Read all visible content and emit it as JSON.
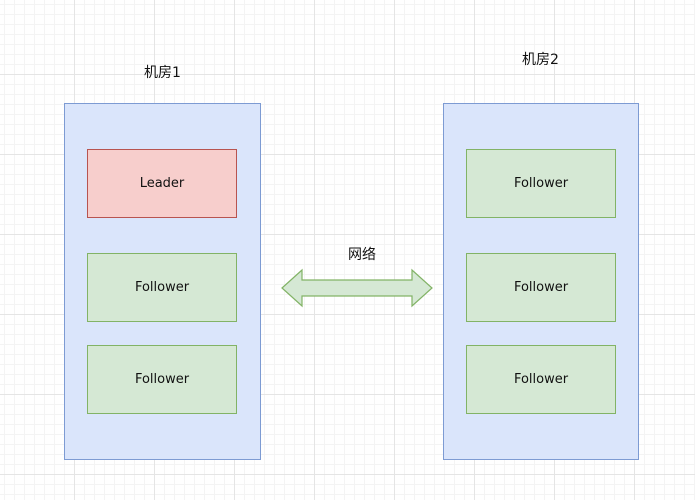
{
  "colors": {
    "room_fill": "#dae5fb",
    "room_stroke": "#7d9bd3",
    "leader_fill": "#f7cecc",
    "leader_stroke": "#b85450",
    "follower_fill": "#d5e8d4",
    "follower_stroke": "#82b366",
    "arrow_fill": "#d5e8d4",
    "arrow_stroke": "#82b366"
  },
  "rooms": [
    {
      "label": "机房1",
      "nodes": [
        {
          "label": "Leader",
          "role": "leader"
        },
        {
          "label": "Follower",
          "role": "follower"
        },
        {
          "label": "Follower",
          "role": "follower"
        }
      ]
    },
    {
      "label": "机房2",
      "nodes": [
        {
          "label": "Follower",
          "role": "follower"
        },
        {
          "label": "Follower",
          "role": "follower"
        },
        {
          "label": "Follower",
          "role": "follower"
        }
      ]
    }
  ],
  "network": {
    "label": "网络",
    "icon": "double-arrow-icon"
  }
}
